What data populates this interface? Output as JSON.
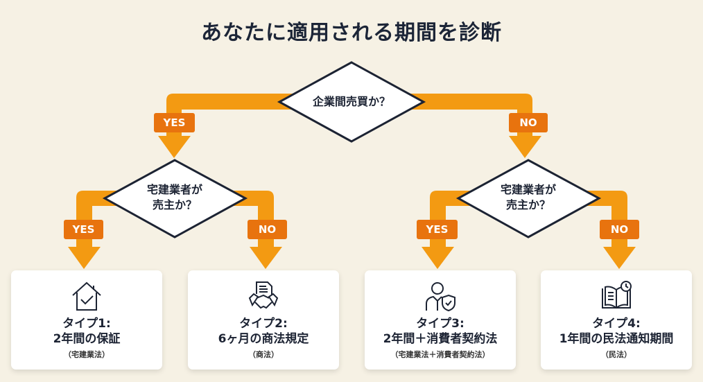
{
  "title": "あなたに適用される期間を診断",
  "colors": {
    "background": "#f6f1e4",
    "arrow": "#f39a12",
    "label": "#e8730e",
    "text": "#1c2333"
  },
  "root_question": "企業間売買か？",
  "branches": [
    {
      "label": "YES",
      "question_line1": "宅建業者が",
      "question_line2": "売主か？",
      "sub_labels": [
        "YES",
        "NO"
      ]
    },
    {
      "label": "NO",
      "question_line1": "宅建業者が",
      "question_line2": "売主か？",
      "sub_labels": [
        "YES",
        "NO"
      ]
    }
  ],
  "results": [
    {
      "icon": "house-check-icon",
      "type": "タイプ1:",
      "period": "2年間の保証",
      "law": "（宅建業法）"
    },
    {
      "icon": "contract-handshake-icon",
      "type": "タイプ2:",
      "period": "6ヶ月の商法規定",
      "law": "（商法）"
    },
    {
      "icon": "person-shield-icon",
      "type": "タイプ3:",
      "period": "2年間＋消費者契約法",
      "law": "（宅建業法＋消費者契約法）"
    },
    {
      "icon": "book-clock-icon",
      "type": "タイプ4:",
      "period": "1年間の民法通知期間",
      "law": "（民法）"
    }
  ]
}
